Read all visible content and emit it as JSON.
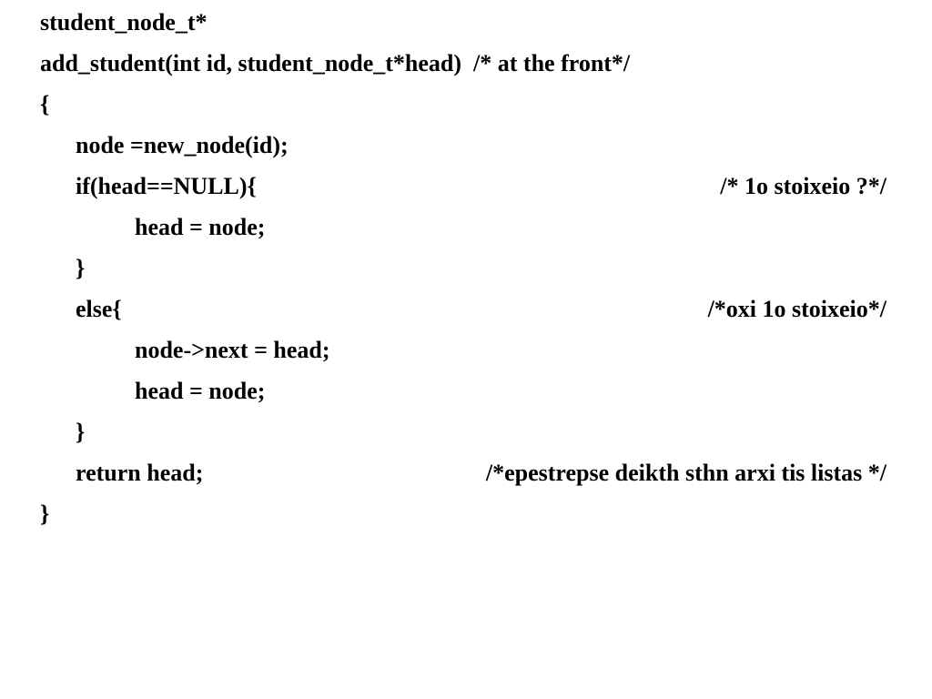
{
  "code": {
    "line1": "student_node_t*",
    "line2": "add_student(int id, student_node_t*head)  /* at the front*/",
    "line3": "{",
    "line4": "node =new_node(id);",
    "line5": "if(head==NULL){",
    "line5_comment": "/* 1o stoixeio ?*/",
    "line6": "head = node;",
    "line7": "}",
    "line8": "else{",
    "line8_comment": "/*oxi 1o stoixeio*/",
    "line9": "node->next = head;",
    "line10": "head = node;",
    "line11": "}",
    "line12": "return head;",
    "line12_comment": "/*epestrepse deikth sthn arxi tis listas */",
    "line13": "}"
  }
}
